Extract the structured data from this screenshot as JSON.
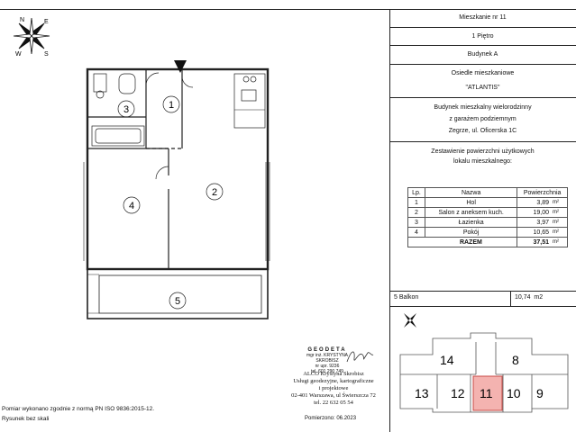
{
  "header": {
    "unit": "Mieszkanie nr 11",
    "floor": "1 Piętro",
    "building": "Budynek A",
    "estate_label": "Osiedle mieszkaniowe",
    "estate_name": "\"ATLANTIS\"",
    "desc_line1": "Budynek mieszkalny wielorodzinny",
    "desc_line2": "z garażem podziemnym",
    "address": "Zegrze, ul. Oficerska 1C",
    "summary_title1": "Zestawienie powierzchni użytkowych",
    "summary_title2": "lokalu mieszkalnego:"
  },
  "area_table": {
    "headers": [
      "Lp.",
      "Nazwa",
      "Powierzchnia"
    ],
    "rows": [
      {
        "no": "1",
        "name": "Hol",
        "area": "3,89",
        "unit": "m²"
      },
      {
        "no": "2",
        "name": "Salon z aneksem kuch.",
        "area": "19,00",
        "unit": "m²"
      },
      {
        "no": "3",
        "name": "Łazienka",
        "area": "3,97",
        "unit": "m²"
      },
      {
        "no": "4",
        "name": "Pokój",
        "area": "10,65",
        "unit": "m²"
      }
    ],
    "total_label": "RAZEM",
    "total_area": "37,51",
    "total_unit": "m²"
  },
  "balcony": {
    "label": "5 Balkon",
    "area": "10,74  m2"
  },
  "compass": {
    "n": "N",
    "e": "E",
    "s": "S",
    "w": "W"
  },
  "key_plan": {
    "units": [
      "14",
      "8",
      "13",
      "12",
      "11",
      "10",
      "9"
    ]
  },
  "plan_rooms": [
    "1",
    "2",
    "3",
    "4",
    "5"
  ],
  "stamp": {
    "title": "GEODETA",
    "line1": "mgr inż. KRYSTYNA SKROBISZ",
    "line2": "nr upr. 9236",
    "line3": "tel. 601 290 749",
    "company1": "ALCO Krystyna Skrobisz",
    "company2": "Usługi geodezyjne, kartograficzne",
    "company3": "i projektowe",
    "company4": "02-401 Warszawa, ul Świerszcza 72",
    "company5": "tel. 22 632 05 54",
    "measured": "Pomierzono: 06.2023"
  },
  "footer": {
    "line1": "Pomiar wykonano zgodnie z normą PN ISO 9836:2015-12.",
    "line2": "Rysunek bez skali"
  }
}
